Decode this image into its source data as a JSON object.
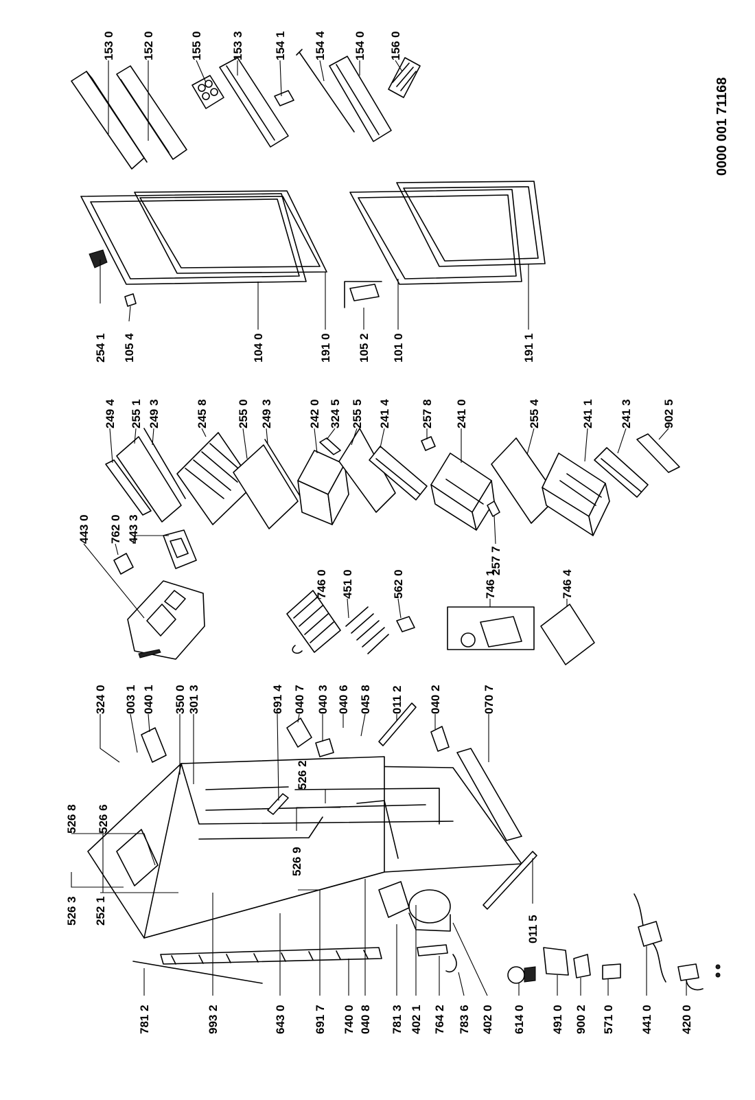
{
  "document_number": "0000 001 71168",
  "labels": {
    "l1530": "153 0",
    "l1520": "152 0",
    "l1550": "155 0",
    "l1533": "153 3",
    "l1541": "154 1",
    "l1544": "154 4",
    "l1540": "154 0",
    "l1560": "156 0",
    "l2541": "254 1",
    "l1054": "105 4",
    "l1040": "104 0",
    "l1910": "191 0",
    "l1052": "105 2",
    "l1010": "101 0",
    "l1911": "191 1",
    "l2494": "249 4",
    "l2551": "255 1",
    "l2493a": "249 3",
    "l2458": "245 8",
    "l2550": "255 0",
    "l2493b": "249 3",
    "l2420": "242 0",
    "l3245": "324 5",
    "l2555": "255 5",
    "l2414": "241 4",
    "l2578": "257 8",
    "l2410": "241 0",
    "l2577": "257 7",
    "l2554": "255 4",
    "l2411": "241 1",
    "l2413": "241 3",
    "l9025": "902 5",
    "l4430": "443 0",
    "l7620": "762 0",
    "l4433": "443 3",
    "l7460": "746 0",
    "l4510": "451 0",
    "l5620": "562 0",
    "l7461": "746 1",
    "l7464": "746 4",
    "l3240": "324 0",
    "l0031": "003 1",
    "l0401": "040 1",
    "l3500": "350 0",
    "l3013": "301 3",
    "l6914": "691 4",
    "l0407": "040 7",
    "l0403": "040 3",
    "l0406": "040 6",
    "l0458": "045 8",
    "l0112": "011 2",
    "l0402": "040 2",
    "l0707": "070 7",
    "l5268": "526 8",
    "l5266": "526 6",
    "l5263": "526 3",
    "l2521": "252 1",
    "l5262": "526 2",
    "l5269": "526 9",
    "l0115": "011 5",
    "l7812": "781 2",
    "l9932": "993 2",
    "l6430": "643 0",
    "l6917": "691 7",
    "l7400": "740 0",
    "l0408": "040 8",
    "l7813": "781 3",
    "l4021": "402 1",
    "l7642": "764 2",
    "l7836": "783 6",
    "l4020": "402 0",
    "l6140": "614 0",
    "l4910": "491 0",
    "l9002": "900 2",
    "l5710": "571 0",
    "l4410": "441 0",
    "l4200": "420 0"
  }
}
